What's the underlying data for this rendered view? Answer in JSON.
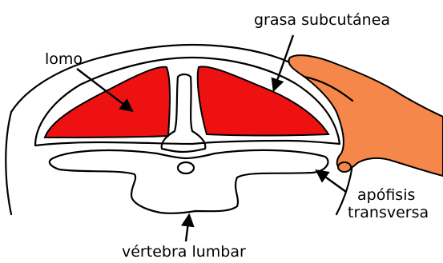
{
  "labels": {
    "subcutaneous_fat": "grasa subcutánea",
    "loin": "lomo",
    "transverse_process_line1": "apófisis",
    "transverse_process_line2": "transversa",
    "lumbar_vertebra": "vértebra lumbar"
  },
  "colors": {
    "loin_muscle": "#ee1111",
    "hand": "#f5874a",
    "outline": "#000000",
    "background": "#ffffff"
  }
}
